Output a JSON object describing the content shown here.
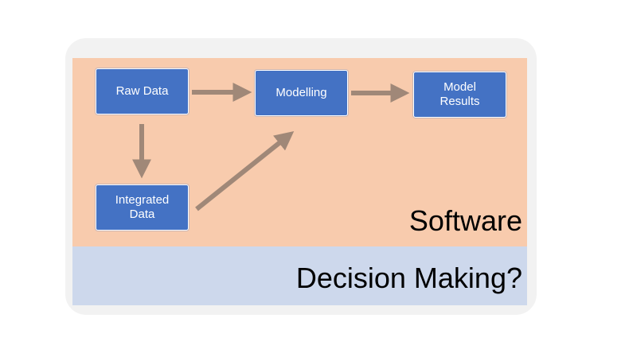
{
  "nodes": {
    "raw_data": "Raw Data",
    "modelling": "Modelling",
    "model_results": "Model\nResults",
    "integrated_data": "Integrated\nData"
  },
  "labels": {
    "software": "Software",
    "decision_making": "Decision Making?"
  },
  "colors": {
    "node_fill": "#4472c4",
    "software_panel": "#f8cbad",
    "decision_panel": "#cdd8ec",
    "arrow": "#a08878"
  }
}
